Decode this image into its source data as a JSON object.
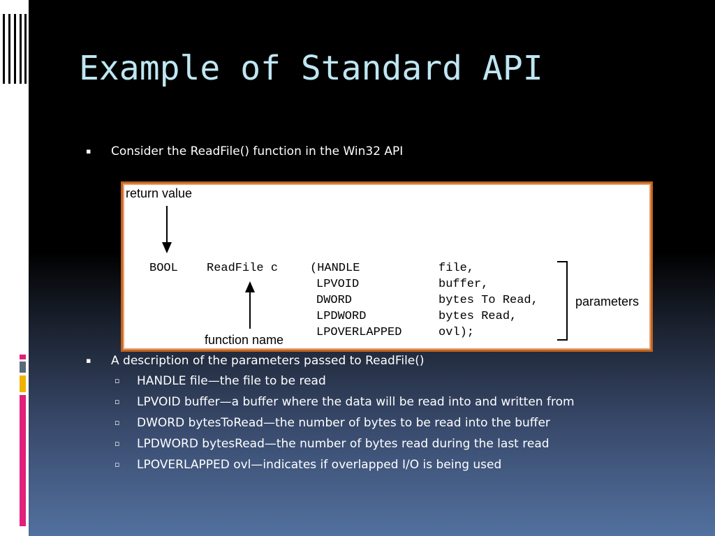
{
  "slide": {
    "title": "Example of Standard API",
    "bullet1": "Consider the ReadFile() function in the Win32 API",
    "bullet2": "A description of the parameters passed to ReadFile()",
    "sub_bullets": [
      "HANDLE file—the file to be read",
      "LPVOID buffer—a buffer where the data will be read into and written from",
      "DWORD bytesToRead—the number of bytes to be read into the buffer",
      "LPDWORD bytesRead—the number of bytes read during the last read",
      "LPOVERLAPPED ovl—indicates if overlapped I/O is being used"
    ],
    "bullet_glyph": "▪",
    "sub_bullet_glyph": "▫"
  },
  "figure": {
    "return_label": "return value",
    "function_label": "function name",
    "parameters_label": "parameters",
    "code": {
      "type": "BOOL",
      "name": "ReadFile c",
      "param_types": [
        "(HANDLE",
        "LPVOID",
        "DWORD",
        "LPDWORD",
        "LPOVERLAPPED"
      ],
      "param_names": [
        "file,",
        "buffer,",
        "bytes To Read,",
        "bytes Read,",
        "ovl);"
      ]
    }
  },
  "colors": {
    "title": "#bfe6f2",
    "figure_border": "#c0651f",
    "accent_gray": "#5a6a7a",
    "accent_yellow": "#f0b400",
    "accent_pink": "#e0207a"
  }
}
